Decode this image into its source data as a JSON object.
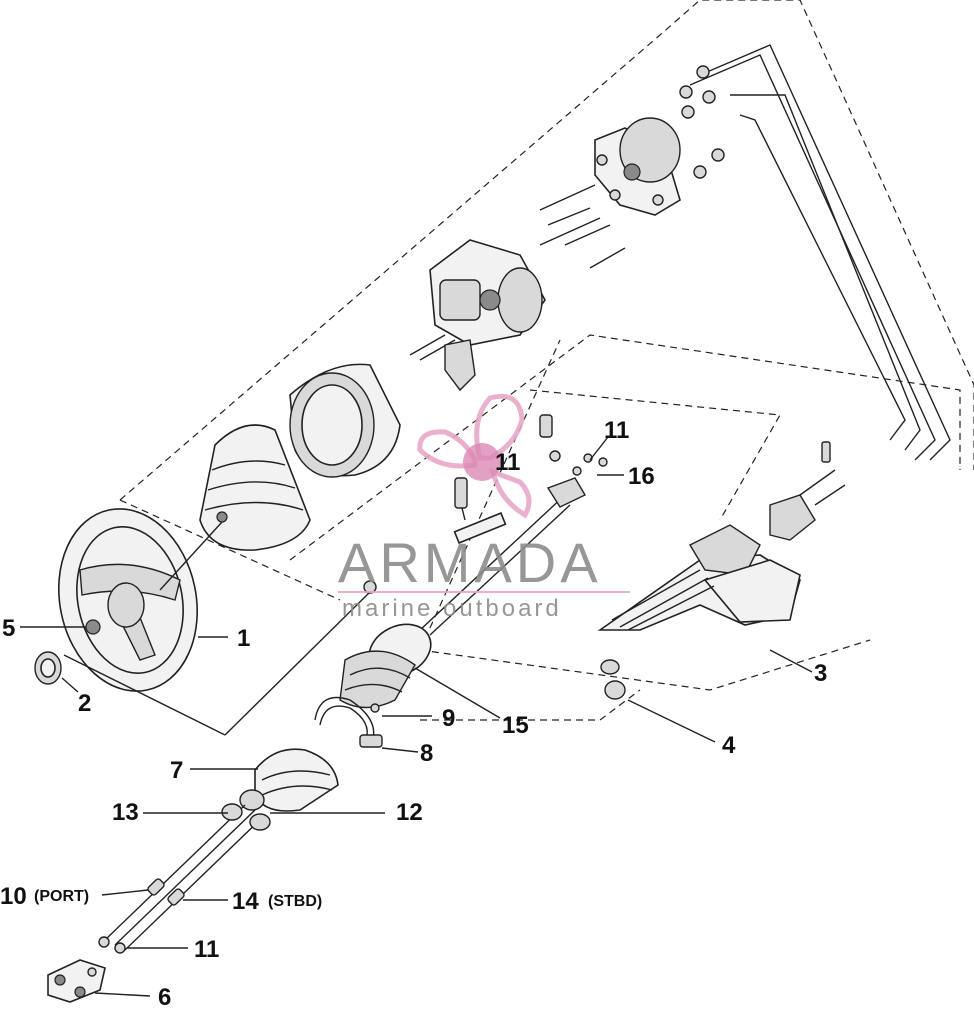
{
  "labels": {
    "l1": "1",
    "l2": "2",
    "l3": "3",
    "l4": "4",
    "l5": "5",
    "l6": "6",
    "l7": "7",
    "l8": "8",
    "l9": "9",
    "l10": "10",
    "l10_note": "(PORT)",
    "l11a": "11",
    "l11b": "11",
    "l11c": "11",
    "l12": "12",
    "l13": "13",
    "l14": "14",
    "l14_note": "(STBD)",
    "l15": "15",
    "l16": "16"
  },
  "watermark": {
    "brand": "ARMADA",
    "tagline": "marine outboard",
    "colors": {
      "logo": "#e8a8c8",
      "logo_dot": "#d77bab",
      "text": "#8c8c8c"
    }
  },
  "colors": {
    "line": "#222222",
    "background": "#ffffff"
  }
}
